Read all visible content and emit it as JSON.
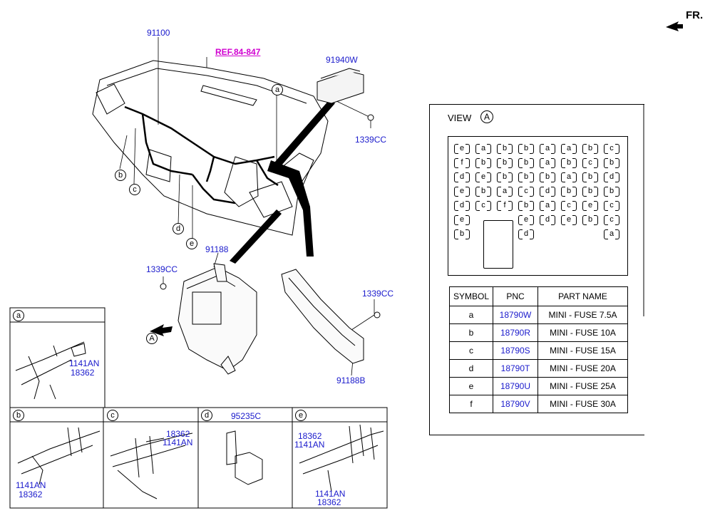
{
  "header": {
    "fr_label": "FR."
  },
  "main_diagram": {
    "ref_label": "REF.84-847",
    "labels": {
      "harness_main": "91100",
      "module": "91940W",
      "bolt_top": "1339CC",
      "junction_box": "91188",
      "bolt_left": "1339CC",
      "bolt_right": "1339CC",
      "bracket": "91188B"
    },
    "callouts": {
      "a": "a",
      "b": "b",
      "c": "c",
      "d": "d",
      "e": "e",
      "view_arrow": "A"
    }
  },
  "details": {
    "a": {
      "circle": "a",
      "part1": "1141AN",
      "part2": "18362"
    },
    "b": {
      "circle": "b",
      "part1": "1141AN",
      "part2": "18362"
    },
    "c": {
      "circle": "c",
      "part1": "18362",
      "part2": "1141AN"
    },
    "d": {
      "circle": "d",
      "part1": "95235C"
    },
    "e": {
      "circle": "e",
      "part1": "18362",
      "part2": "1141AN",
      "part3": "1141AN",
      "part4": "18362"
    }
  },
  "view": {
    "title": "VIEW",
    "circle": "A",
    "fuse_rows": [
      [
        "e",
        "a",
        "b",
        "b",
        "a",
        "a",
        "b",
        "c"
      ],
      [
        "f",
        "b",
        "b",
        "b",
        "a",
        "b",
        "c",
        "b"
      ],
      [
        "d",
        "e",
        "b",
        "b",
        "b",
        "a",
        "b",
        "d"
      ],
      [
        "e",
        "b",
        "a",
        "c",
        "d",
        "b",
        "b",
        "b"
      ],
      [
        "d",
        "c",
        "f",
        "b",
        "a",
        "c",
        "e",
        "c"
      ]
    ],
    "fuse_row6": {
      "left": "e",
      "right": [
        "e",
        "d",
        "e",
        "b",
        "c"
      ]
    },
    "fuse_row7": {
      "left": "b",
      "mid": "d",
      "right": "a"
    },
    "table": {
      "headers": [
        "SYMBOL",
        "PNC",
        "PART NAME"
      ],
      "rows": [
        {
          "symbol": "a",
          "pnc": "18790W",
          "name": "MINI - FUSE 7.5A"
        },
        {
          "symbol": "b",
          "pnc": "18790R",
          "name": "MINI - FUSE 10A"
        },
        {
          "symbol": "c",
          "pnc": "18790S",
          "name": "MINI - FUSE 15A"
        },
        {
          "symbol": "d",
          "pnc": "18790T",
          "name": "MINI - FUSE 20A"
        },
        {
          "symbol": "e",
          "pnc": "18790U",
          "name": "MINI - FUSE 25A"
        },
        {
          "symbol": "f",
          "pnc": "18790V",
          "name": "MINI - FUSE 30A"
        }
      ]
    }
  }
}
